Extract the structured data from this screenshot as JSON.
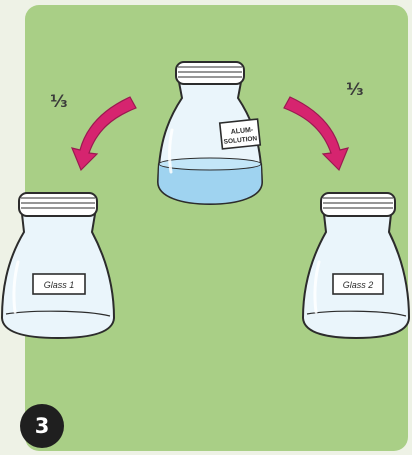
{
  "colors": {
    "page_bg": "#eef2e6",
    "panel_bg": "#a9cf86",
    "arrow": "#d6246f",
    "glass_fill": "#eaf5fb",
    "glass_stroke": "#2c2c2c",
    "solution": "#9fd3f0",
    "badge_bg": "#1f1f1f"
  },
  "arrows": {
    "left": {
      "fraction": "1/3",
      "icon": "curved-arrow-down-left"
    },
    "right": {
      "fraction": "1/3",
      "icon": "curved-arrow-down-right"
    }
  },
  "jars": {
    "center": {
      "label_line1": "ALUM-",
      "label_line2": "SOLUTION",
      "fill_level": 0.3
    },
    "left": {
      "label": "Glass 1"
    },
    "right": {
      "label": "Glass 2"
    }
  },
  "step": {
    "number": "3"
  }
}
